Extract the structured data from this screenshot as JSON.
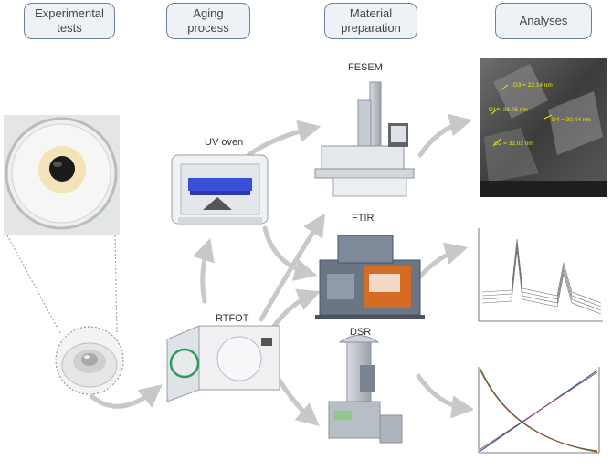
{
  "headers": {
    "experimental": "Experimental\ntests",
    "aging": "Aging\nprocess",
    "material": "Material\npreparation",
    "analyses": "Analyses"
  },
  "labels": {
    "uv_oven": "UV oven",
    "rtfot": "RTFOT",
    "fesem": "FESEM",
    "ftir": "FTIR",
    "dsr": "DSR"
  },
  "sem_image": {
    "d1": "D1 = 26.06 nm",
    "d2": "D2 = 32.02 nm",
    "d3": "D3 = 22.14 nm",
    "d4": "D4 = 30.44 nm"
  },
  "colors": {
    "header_border": "#6b7f9a",
    "header_fill": "#eef2f7",
    "arrow": "#c8c8c8",
    "sem_text": "#e8e800"
  }
}
